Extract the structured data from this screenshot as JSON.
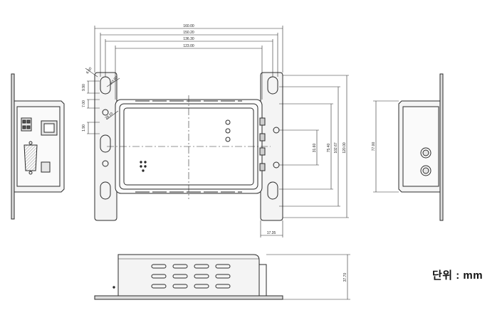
{
  "unit_label": "단위 : mm",
  "front_view": {
    "width_dims": [
      "160.00",
      "150.20",
      "136.30",
      "123.00"
    ],
    "height_dims": [
      "31.60",
      "75.40",
      "102.67",
      "120.00"
    ],
    "right_small_dim": "17.35",
    "left_dims": [
      "6.50",
      "9.90",
      "7.00",
      "1.90",
      "R3.90",
      "26.10"
    ]
  },
  "side_view": {
    "height_dim": "77.00"
  },
  "bottom_view": {
    "height_dim": "37.70"
  },
  "colors": {
    "line": "#2b2b2b",
    "fill_light": "#f4f4f4",
    "fill_mid": "#e6e6e6",
    "hatch": "#9a9a9a"
  }
}
